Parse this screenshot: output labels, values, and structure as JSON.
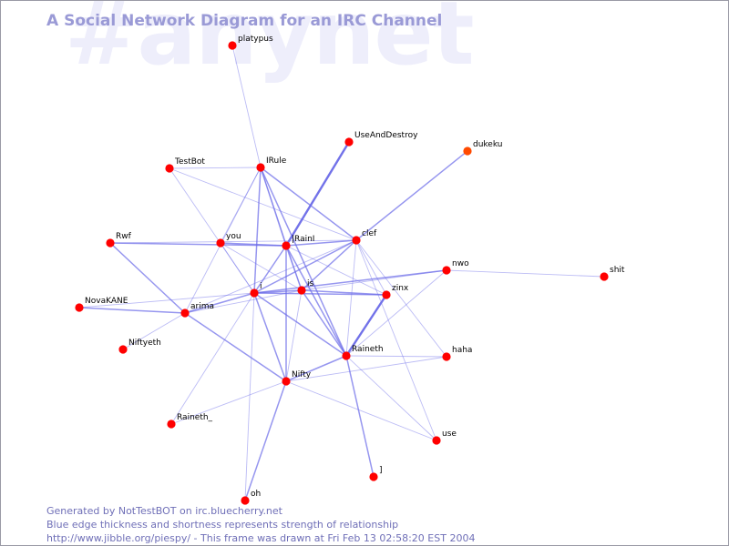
{
  "watermark": "#anynet",
  "title": "A Social Network Diagram for an IRC Channel",
  "footer": {
    "line1": "Generated by NotTestBOT on irc.bluecherry.net",
    "line2": "Blue edge thickness and shortness represents strength of relationship",
    "line3": "http://www.jibble.org/piespy/ - This frame was drawn at Fri Feb 13 02:58:20 EST 2004"
  },
  "colors": {
    "node": "#ff0000",
    "node_recent": "#ff4a00",
    "edge": "#6a6ae8",
    "title": "#9a9ad6",
    "footer": "#6f6fb7",
    "watermark": "#eeeefb"
  },
  "graph": {
    "nodes": [
      {
        "id": "platypus",
        "label": "platypus"
      },
      {
        "id": "UseAndDestroy",
        "label": "UseAndDestroy"
      },
      {
        "id": "dukeku",
        "label": "dukeku",
        "recent": true
      },
      {
        "id": "TestBot",
        "label": "TestBot"
      },
      {
        "id": "IRule",
        "label": "IRule"
      },
      {
        "id": "Rwf",
        "label": "Rwf"
      },
      {
        "id": "you",
        "label": "you"
      },
      {
        "id": "IRainI",
        "label": "|RainI"
      },
      {
        "id": "clef",
        "label": "clef"
      },
      {
        "id": "nwo",
        "label": "nwo"
      },
      {
        "id": "shit",
        "label": "shit"
      },
      {
        "id": "NovaKANE",
        "label": "NovaKANE"
      },
      {
        "id": "arima",
        "label": "arima"
      },
      {
        "id": "i",
        "label": "i"
      },
      {
        "id": "is",
        "label": "is"
      },
      {
        "id": "zinx",
        "label": "zinx"
      },
      {
        "id": "Niftyeth",
        "label": "Niftyeth"
      },
      {
        "id": "Raineth",
        "label": "Raineth"
      },
      {
        "id": "haha",
        "label": "haha"
      },
      {
        "id": "Nifty",
        "label": "Nifty"
      },
      {
        "id": "Raineth_",
        "label": "Raineth_"
      },
      {
        "id": "use",
        "label": "use"
      },
      {
        "id": "bracket",
        "label": "]"
      },
      {
        "id": "oh",
        "label": "oh"
      }
    ],
    "edges": [
      {
        "source": "platypus",
        "target": "IRule",
        "weight": 1
      },
      {
        "source": "UseAndDestroy",
        "target": "IRainI",
        "weight": 3
      },
      {
        "source": "dukeku",
        "target": "clef",
        "weight": 2
      },
      {
        "source": "TestBot",
        "target": "IRule",
        "weight": 1
      },
      {
        "source": "TestBot",
        "target": "clef",
        "weight": 1
      },
      {
        "source": "TestBot",
        "target": "i",
        "weight": 1
      },
      {
        "source": "IRule",
        "target": "IRainI",
        "weight": 2
      },
      {
        "source": "IRule",
        "target": "clef",
        "weight": 2
      },
      {
        "source": "IRule",
        "target": "i",
        "weight": 2
      },
      {
        "source": "IRule",
        "target": "is",
        "weight": 1
      },
      {
        "source": "IRule",
        "target": "you",
        "weight": 1
      },
      {
        "source": "IRule",
        "target": "arima",
        "weight": 1
      },
      {
        "source": "IRule",
        "target": "Raineth",
        "weight": 2
      },
      {
        "source": "Rwf",
        "target": "IRainI",
        "weight": 2
      },
      {
        "source": "Rwf",
        "target": "arima",
        "weight": 2
      },
      {
        "source": "Rwf",
        "target": "clef",
        "weight": 1
      },
      {
        "source": "you",
        "target": "IRainI",
        "weight": 2
      },
      {
        "source": "you",
        "target": "i",
        "weight": 1
      },
      {
        "source": "you",
        "target": "is",
        "weight": 1
      },
      {
        "source": "IRainI",
        "target": "clef",
        "weight": 2
      },
      {
        "source": "IRainI",
        "target": "i",
        "weight": 2
      },
      {
        "source": "IRainI",
        "target": "is",
        "weight": 2
      },
      {
        "source": "IRainI",
        "target": "Raineth",
        "weight": 2
      },
      {
        "source": "IRainI",
        "target": "Nifty",
        "weight": 2
      },
      {
        "source": "IRainI",
        "target": "zinx",
        "weight": 1
      },
      {
        "source": "clef",
        "target": "i",
        "weight": 2
      },
      {
        "source": "clef",
        "target": "is",
        "weight": 2
      },
      {
        "source": "clef",
        "target": "arima",
        "weight": 1
      },
      {
        "source": "clef",
        "target": "zinx",
        "weight": 1
      },
      {
        "source": "clef",
        "target": "Raineth",
        "weight": 1
      },
      {
        "source": "clef",
        "target": "haha",
        "weight": 1
      },
      {
        "source": "nwo",
        "target": "shit",
        "weight": 1
      },
      {
        "source": "nwo",
        "target": "i",
        "weight": 2
      },
      {
        "source": "nwo",
        "target": "is",
        "weight": 1
      },
      {
        "source": "nwo",
        "target": "Raineth",
        "weight": 1
      },
      {
        "source": "NovaKANE",
        "target": "arima",
        "weight": 2
      },
      {
        "source": "NovaKANE",
        "target": "i",
        "weight": 1
      },
      {
        "source": "arima",
        "target": "i",
        "weight": 2
      },
      {
        "source": "arima",
        "target": "Niftyeth",
        "weight": 1
      },
      {
        "source": "arima",
        "target": "Nifty",
        "weight": 2
      },
      {
        "source": "arima",
        "target": "is",
        "weight": 1
      },
      {
        "source": "i",
        "target": "is",
        "weight": 2
      },
      {
        "source": "i",
        "target": "zinx",
        "weight": 2
      },
      {
        "source": "i",
        "target": "Raineth",
        "weight": 2
      },
      {
        "source": "i",
        "target": "Nifty",
        "weight": 2
      },
      {
        "source": "i",
        "target": "Raineth_",
        "weight": 1
      },
      {
        "source": "i",
        "target": "oh",
        "weight": 1
      },
      {
        "source": "is",
        "target": "zinx",
        "weight": 2
      },
      {
        "source": "is",
        "target": "Raineth",
        "weight": 2
      },
      {
        "source": "is",
        "target": "Nifty",
        "weight": 1
      },
      {
        "source": "zinx",
        "target": "Raineth",
        "weight": 3
      },
      {
        "source": "Raineth",
        "target": "haha",
        "weight": 1
      },
      {
        "source": "Raineth",
        "target": "Nifty",
        "weight": 2
      },
      {
        "source": "Raineth",
        "target": "bracket",
        "weight": 2
      },
      {
        "source": "Raineth",
        "target": "use",
        "weight": 1
      },
      {
        "source": "Nifty",
        "target": "haha",
        "weight": 1
      },
      {
        "source": "Nifty",
        "target": "use",
        "weight": 1
      },
      {
        "source": "Nifty",
        "target": "oh",
        "weight": 2
      },
      {
        "source": "Nifty",
        "target": "Raineth_",
        "weight": 1
      },
      {
        "source": "clef",
        "target": "use",
        "weight": 1
      }
    ]
  }
}
